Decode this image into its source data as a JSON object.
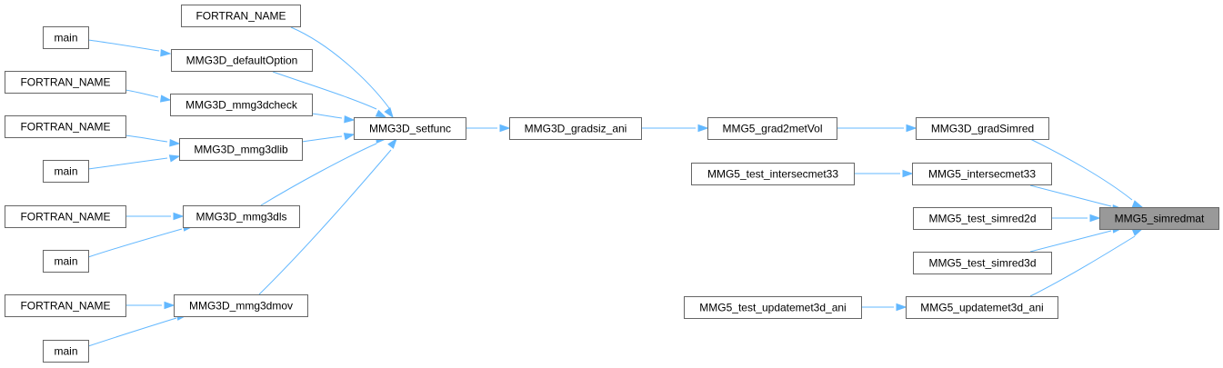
{
  "colors": {
    "edge": "#63b8ff",
    "node_border": "#666666",
    "focus_fill": "#999999",
    "node_fill": "#ffffff"
  },
  "nodes": {
    "fortran_1": "FORTRAN_NAME",
    "main_1": "main",
    "defaultOption": "MMG3D_defaultOption",
    "fortran_2": "FORTRAN_NAME",
    "mmg3dcheck": "MMG3D_mmg3dcheck",
    "fortran_3": "FORTRAN_NAME",
    "mmg3dlib": "MMG3D_mmg3dlib",
    "main_2": "main",
    "fortran_4": "FORTRAN_NAME",
    "mmg3dls": "MMG3D_mmg3dls",
    "main_3": "main",
    "fortran_5": "FORTRAN_NAME",
    "mmg3dmov": "MMG3D_mmg3dmov",
    "main_4": "main",
    "setfunc": "MMG3D_setfunc",
    "gradsiz_ani": "MMG3D_gradsiz_ani",
    "grad2metVol": "MMG5_grad2metVol",
    "gradSimred": "MMG3D_gradSimred",
    "test_intersecmet33": "MMG5_test_intersecmet33",
    "intersecmet33": "MMG5_intersecmet33",
    "test_simred2d": "MMG5_test_simred2d",
    "test_simred3d": "MMG5_test_simred3d",
    "test_updatemet3d_ani": "MMG5_test_updatemet3d_ani",
    "updatemet3d_ani": "MMG5_updatemet3d_ani",
    "simredmat": "MMG5_simredmat"
  }
}
